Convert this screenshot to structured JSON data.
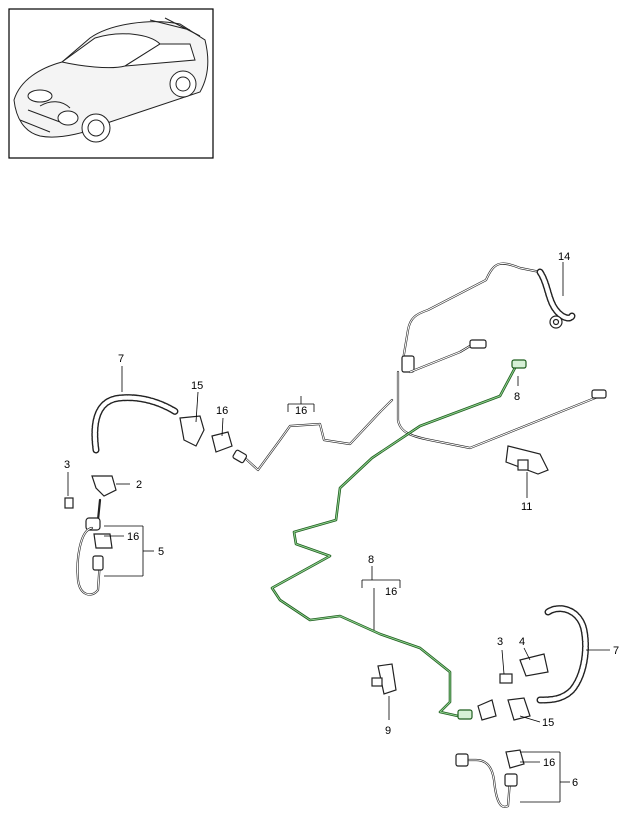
{
  "colors": {
    "line": "#222222",
    "highlight": "#1f5e1f",
    "highlight_light": "#8fd18f",
    "background": "#ffffff"
  },
  "inset": {
    "icon": "car-outline-icon"
  },
  "callouts": [
    {
      "id": "c14",
      "text": "14"
    },
    {
      "id": "c7a",
      "text": "7"
    },
    {
      "id": "c15a",
      "text": "15"
    },
    {
      "id": "c16a",
      "text": "16"
    },
    {
      "id": "c16b",
      "text": "16"
    },
    {
      "id": "c8a",
      "text": "8"
    },
    {
      "id": "c3a",
      "text": "3"
    },
    {
      "id": "c2",
      "text": "2"
    },
    {
      "id": "c11",
      "text": "11"
    },
    {
      "id": "c16c",
      "text": "16"
    },
    {
      "id": "c5",
      "text": "5"
    },
    {
      "id": "c8b",
      "text": "8"
    },
    {
      "id": "c16d",
      "text": "16"
    },
    {
      "id": "c3b",
      "text": "3"
    },
    {
      "id": "c4",
      "text": "4"
    },
    {
      "id": "c7b",
      "text": "7"
    },
    {
      "id": "c9",
      "text": "9"
    },
    {
      "id": "c15b",
      "text": "15"
    },
    {
      "id": "c16e",
      "text": "16"
    },
    {
      "id": "c6",
      "text": "6"
    }
  ]
}
